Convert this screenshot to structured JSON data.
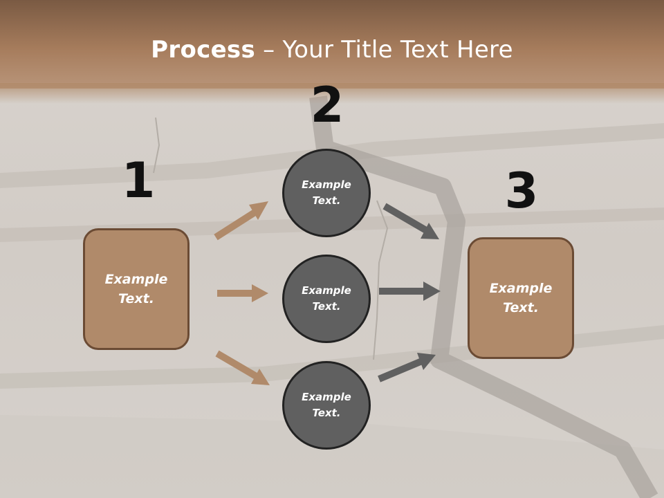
{
  "slide": {
    "title_bold": "Process",
    "title_rest": " – Your Title Text Here"
  },
  "steps": {
    "step1_number": "1",
    "step2_number": "2",
    "step3_number": "3"
  },
  "nodes": {
    "box_left": "Example\nText.",
    "circle_top": "Example\nText.",
    "circle_middle": "Example\nText.",
    "circle_bottom": "Example\nText.",
    "box_right": "Example\nText."
  },
  "colors": {
    "header_band": "#a67c5c",
    "box_fill": "#b08a6a",
    "box_border": "#6b4b34",
    "circle_fill": "#606060",
    "circle_border": "#222222",
    "arrow_brown": "#b08a6a",
    "arrow_gray": "#606060"
  }
}
